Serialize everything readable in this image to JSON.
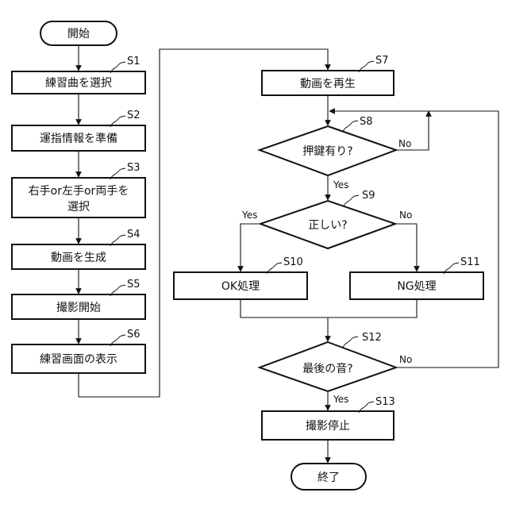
{
  "colors": {
    "ink": "#111111",
    "background": "#ffffff"
  },
  "nodes": {
    "start": "開始",
    "s1": "練習曲を選択",
    "s2": "運指情報を準備",
    "s3_line1": "右手or左手or両手を",
    "s3_line2": "選択",
    "s4": "動画を生成",
    "s5": "撮影開始",
    "s6": "練習画面の表示",
    "s7": "動画を再生",
    "s8": "押鍵有り?",
    "s9": "正しい?",
    "s10": "OK処理",
    "s11": "NG処理",
    "s12": "最後の音?",
    "s13": "撮影停止",
    "end": "終了"
  },
  "step_labels": {
    "s1": "S1",
    "s2": "S2",
    "s3": "S3",
    "s4": "S4",
    "s5": "S5",
    "s6": "S6",
    "s7": "S7",
    "s8": "S8",
    "s9": "S9",
    "s10": "S10",
    "s11": "S11",
    "s12": "S12",
    "s13": "S13"
  },
  "branch_labels": {
    "s8_yes": "Yes",
    "s8_no": "No",
    "s9_yes": "Yes",
    "s9_no": "No",
    "s12_yes": "Yes",
    "s12_no": "No"
  }
}
